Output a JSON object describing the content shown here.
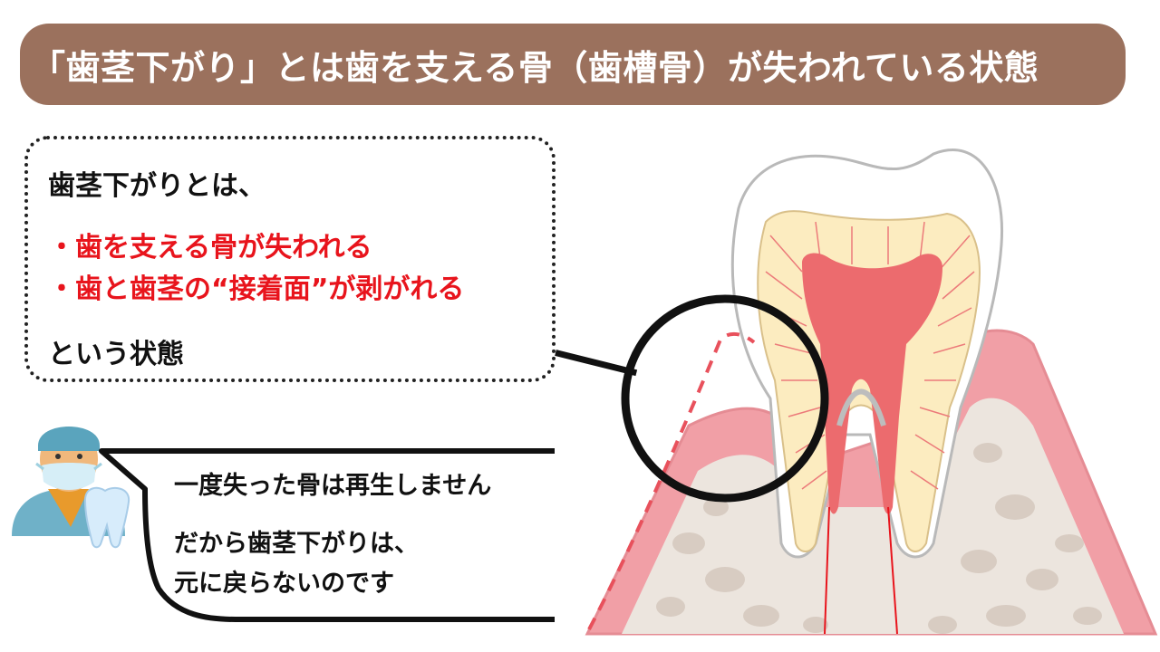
{
  "title": "「歯茎下がり」とは歯を支える骨（歯槽骨）が失われている状態",
  "info": {
    "heading": "歯茎下がりとは、",
    "bullets": [
      "・歯を支える骨が失われる",
      "・歯と歯茎の“接着面”が剥がれる"
    ],
    "footer": "という状態"
  },
  "speech": {
    "line1": "一度失った骨は再生しません",
    "line2": "だから歯茎下がりは、",
    "line3": "元に戻らないのです"
  },
  "icons": {
    "doctor": "doctor-icon",
    "tooth_small": "tooth-icon",
    "diagram": "tooth-cross-section",
    "magnifier": "magnifier-circle"
  },
  "colors": {
    "brand": "#9b715d",
    "highlight": "#e8141c",
    "gum": "#f19fa6",
    "pulp": "#ec6b6e",
    "dentin": "#fcecc0",
    "bone": "#ece5de"
  }
}
